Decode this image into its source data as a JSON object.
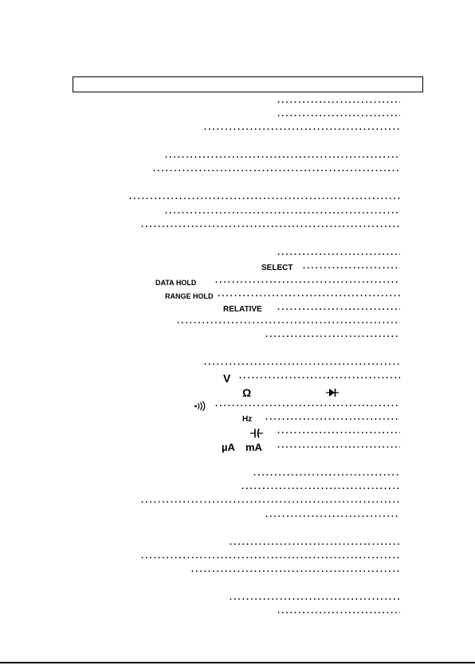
{
  "labels": {
    "select": "SELECT",
    "data_hold": "DATA HOLD",
    "range_hold": "RANGE HOLD",
    "relative": "RELATIVE",
    "volt": "V",
    "ohm": "Ω",
    "hz": "Hz",
    "microamp": "µA",
    "milliamp": "mA"
  },
  "icons": [
    "diode-icon",
    "continuity-icon",
    "capacitor-icon"
  ]
}
